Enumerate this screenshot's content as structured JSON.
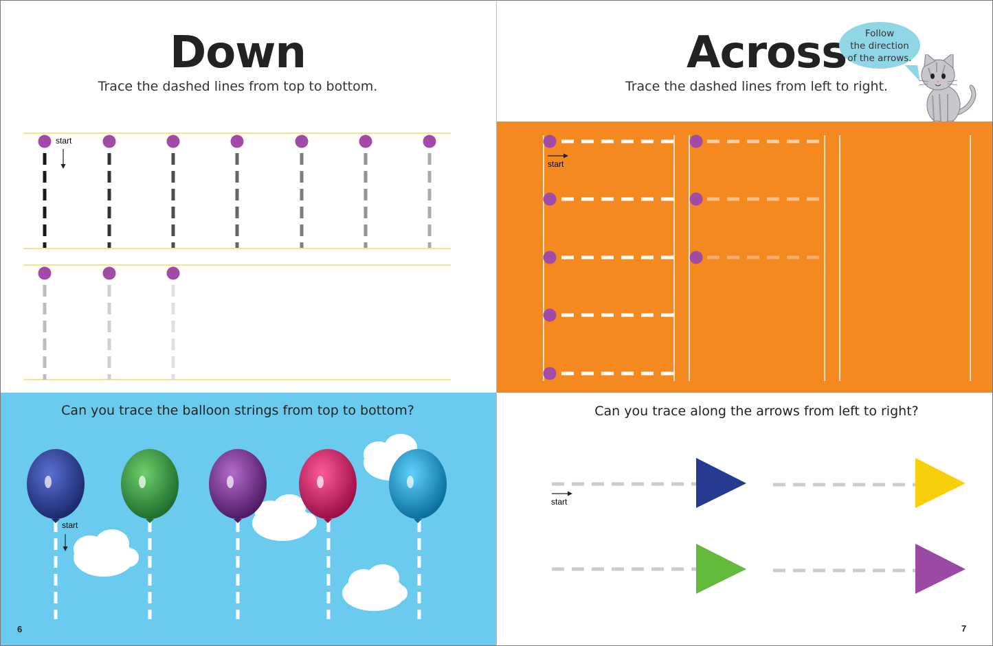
{
  "left_page": {
    "title": "Down",
    "instruction": "Trace the dashed lines from top to bottom.",
    "start_label": "start",
    "balloons": {
      "question": "Can you trace the balloon strings from top to bottom?",
      "start_label": "start",
      "balloon_colors": [
        "#2a3d8f",
        "#2f9a45",
        "#7a2c91",
        "#d81f6a",
        "#18a0d6"
      ]
    },
    "page_number": "6"
  },
  "right_page": {
    "title": "Across",
    "instruction": "Trace the dashed lines from left to right.",
    "speech_bubble": {
      "line1": "Follow",
      "line2": "the direction",
      "line3": "of the arrows."
    },
    "start_label": "start",
    "arrows": {
      "question": "Can you trace along the arrows from left to right?",
      "start_label": "start",
      "arrow_colors": [
        "#253b8f",
        "#f7cf0a",
        "#63b93c",
        "#9a4aa5"
      ]
    },
    "page_number": "7"
  },
  "colors": {
    "dot_purple": "#a14aa6",
    "guide_yellow": "#f5d96a",
    "sky_blue": "#6acbee",
    "orange": "#f4891f"
  }
}
